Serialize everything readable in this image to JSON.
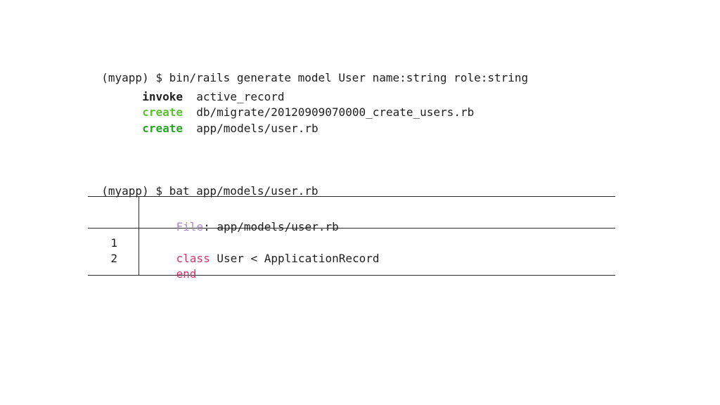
{
  "terminal": {
    "command1": {
      "prompt": "(myapp) $ ",
      "command": "bin/rails generate model User name:string role:string"
    },
    "generator_output": [
      {
        "action": "invoke",
        "path": "active_record",
        "color": "#1f1f1f"
      },
      {
        "action": "create",
        "path": "db/migrate/20120909070000_create_users.rb",
        "color": "#5cc234"
      },
      {
        "action": "create",
        "path": "app/models/user.rb",
        "color": "#2aa52a"
      }
    ],
    "command2": {
      "prompt": "(myapp) $ ",
      "command": "bat app/models/user.rb"
    },
    "bat": {
      "header_label": "File",
      "header_sep": ": ",
      "header_path": "app/models/user.rb",
      "header_label_color": "#a78ac9",
      "keyword_color": "#d6336c",
      "lines": [
        {
          "number": "1",
          "keyword": "class",
          "rest": " User < ApplicationRecord"
        },
        {
          "number": "2",
          "keyword": "end",
          "rest": ""
        }
      ]
    }
  }
}
